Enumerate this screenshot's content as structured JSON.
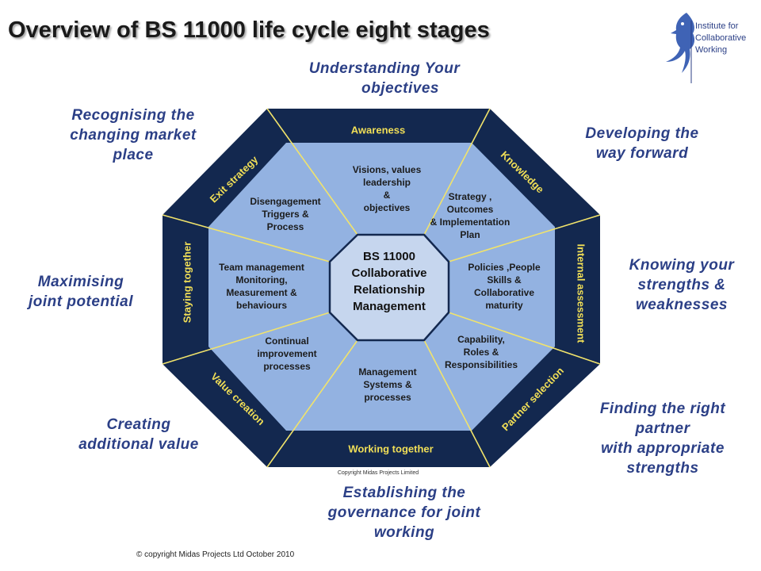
{
  "title": "Overview of BS 11000 life cycle eight stages",
  "logo": {
    "line1": "Institute for",
    "line2": "Collaborative",
    "line3": "Working"
  },
  "colors": {
    "outer_ring": "#13284f",
    "inner_fill": "#93b2e1",
    "center_fill": "#c6d6ee",
    "stage_text": "#f1df57",
    "divider": "#f1e36b",
    "external_text": "#2b3f86"
  },
  "center": {
    "line1": "BS 11000",
    "line2": "Collaborative",
    "line3": "Relationship",
    "line4": "Management"
  },
  "stages": [
    {
      "name": "Awareness",
      "activity": [
        "Visions, values",
        "leadership",
        "&",
        "objectives"
      ],
      "outcome": [
        "Understanding Your",
        "objectives"
      ]
    },
    {
      "name": "Knowledge",
      "activity": [
        "Strategy ,",
        "Outcomes",
        "& Implementation",
        "Plan"
      ],
      "outcome": [
        "Developing the",
        "way forward"
      ]
    },
    {
      "name": "Internal assessment",
      "activity": [
        "Policies ,People",
        "Skills &",
        "Collaborative",
        "maturity"
      ],
      "outcome": [
        "Knowing your",
        "strengths &",
        "weaknesses"
      ]
    },
    {
      "name": "Partner selection",
      "activity": [
        "Capability,",
        "Roles &",
        "Responsibilities"
      ],
      "outcome": [
        "Finding the right",
        "partner",
        "with appropriate",
        "strengths"
      ]
    },
    {
      "name": "Working together",
      "activity": [
        "Management",
        "Systems &",
        "processes"
      ],
      "outcome": [
        "Establishing the",
        "governance for joint",
        "working"
      ]
    },
    {
      "name": "Value creation",
      "activity": [
        "Continual",
        "improvement",
        "processes"
      ],
      "outcome": [
        "Creating",
        "additional value"
      ]
    },
    {
      "name": "Staying together",
      "activity": [
        "Team management",
        "Monitoring,",
        "Measurement &",
        "behaviours"
      ],
      "outcome": [
        "Maximising",
        "joint potential"
      ]
    },
    {
      "name": "Exit strategy",
      "activity": [
        "Disengagement",
        "Triggers &",
        "Process"
      ],
      "outcome": [
        "Recognising  the",
        "changing market",
        "place"
      ]
    }
  ],
  "diagram_copyright": "Copyright Midas Projects Limited",
  "footer": "© copyright Midas Projects Ltd October 2010"
}
